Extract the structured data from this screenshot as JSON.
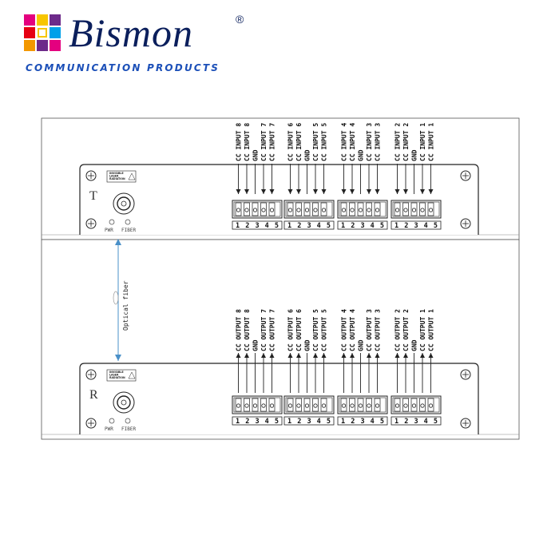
{
  "brand": {
    "name": "Bismon",
    "registered": "®",
    "tagline": "COMMUNICATION PRODUCTS",
    "mosaic_colors": [
      "#e4007f",
      "#f7c600",
      "#6d2a8a",
      "#e60012",
      "#00a0e9",
      "#f39800"
    ]
  },
  "diagram": {
    "fiber_label": "Optical fiber",
    "laser_label": [
      "INVISIBLE",
      "LASER",
      "RADIATION"
    ],
    "indicators": [
      "PWR",
      "FIBER"
    ],
    "pin_numbers": "1 2 3 4 5",
    "transmitter": {
      "side_letter": "T",
      "signals": [
        "CC INPUT 8",
        "CC INPUT 8",
        "GND",
        "CC INPUT 7",
        "CC INPUT 7",
        "CC INPUT 6",
        "CC INPUT 6",
        "GND",
        "CC INPUT 5",
        "CC INPUT 5",
        "CC INPUT 4",
        "CC INPUT 4",
        "GND",
        "CC INPUT 3",
        "CC INPUT 3",
        "CC INPUT 2",
        "CC INPUT 2",
        "GND",
        "CC INPUT 1",
        "CC INPUT 1"
      ]
    },
    "receiver": {
      "side_letter": "R",
      "signals": [
        "CC OUTPUT 8",
        "CC OUTPUT 8",
        "GND",
        "CC OUTPUT 7",
        "CC OUTPUT 7",
        "CC OUTPUT 6",
        "CC OUTPUT 6",
        "GND",
        "CC OUTPUT 5",
        "CC OUTPUT 5",
        "CC OUTPUT 4",
        "CC OUTPUT 4",
        "GND",
        "CC OUTPUT 3",
        "CC OUTPUT 3",
        "CC OUTPUT 2",
        "CC OUTPUT 2",
        "GND",
        "CC OUTPUT 1",
        "CC OUTPUT 1"
      ]
    },
    "colors": {
      "fiber": "#4a90c8",
      "line": "#222222"
    }
  }
}
